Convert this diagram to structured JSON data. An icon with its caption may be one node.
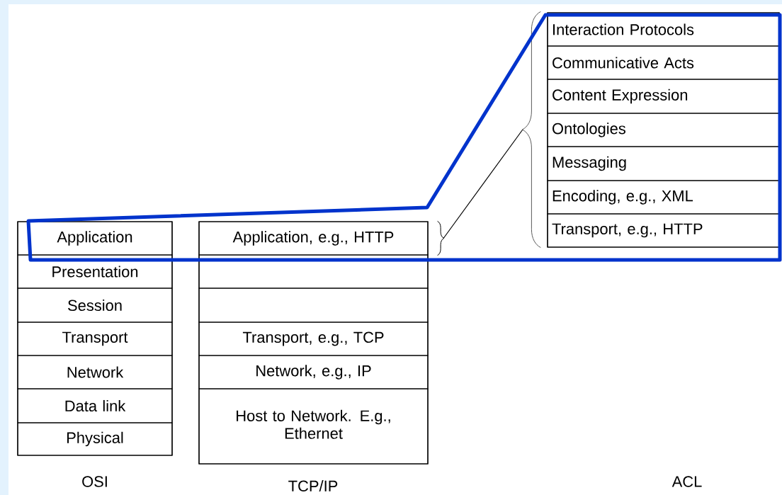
{
  "diagram": {
    "nodes": [
      {
        "text": [],
        "shape": "box"
      },
      {
        "text": [
          "Application"
        ],
        "in": 0
      },
      {
        "text": [
          "Presentation"
        ],
        "in": 0
      },
      {
        "text": [
          "Session"
        ],
        "in": 0
      },
      {
        "text": [
          "Transport"
        ],
        "in": 0
      },
      {
        "text": [
          "Network"
        ],
        "in": 0
      },
      {
        "text": [
          "Data link"
        ],
        "in": 0
      },
      {
        "text": [
          "Physical"
        ],
        "in": 0
      },
      {
        "text": [],
        "shape": "box"
      },
      {
        "text": [
          "Application, e.g., HTTP"
        ],
        "in": 8
      },
      {
        "text": [],
        "shape": "box",
        "in": 8
      },
      {
        "text": [],
        "shape": "box",
        "in": 8
      },
      {
        "text": [
          "Transport, e.g., TCP"
        ],
        "in": 8
      },
      {
        "text": [
          "Network, e.g., IP"
        ],
        "in": 8
      },
      {
        "text": [
          "Host to Network. E.g., Ethernet"
        ],
        "in": 8
      },
      {
        "text": [],
        "shape": "box"
      },
      {
        "text": [
          "Interaction Protocols"
        ],
        "in": 15
      },
      {
        "text": [
          "Communicative Acts"
        ],
        "in": 15
      },
      {
        "text": [
          "Content Expression"
        ],
        "in": 15
      },
      {
        "text": [
          "Ontologies"
        ],
        "in": 15
      },
      {
        "text": [
          "Messaging"
        ],
        "in": 15
      },
      {
        "text": [
          "Encoding, e.g., XML"
        ],
        "in": 15
      },
      {
        "text": [
          "Transport, e.g., HTTP"
        ],
        "in": 15
      }
    ],
    "edges": [
      {
        "from": 9,
        "to": 15,
        "arrow": "none"
      }
    ],
    "labels": [
      "OSI",
      "TCP/IP",
      "ACL"
    ]
  }
}
